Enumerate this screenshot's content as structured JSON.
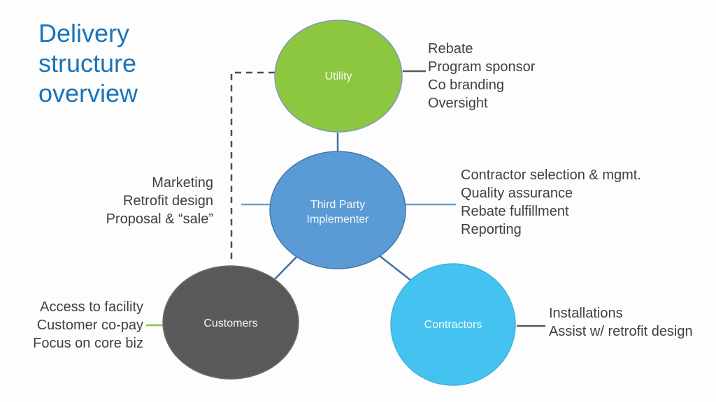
{
  "slide": {
    "title": "Delivery\nstructure\noverview"
  },
  "colors": {
    "background": "#fdfdfd",
    "title_blue": "#1b74b8",
    "text_dark": "#3f3f3f",
    "connector_gray": "#595959",
    "connector_slate": "#41719c",
    "connector_lightblue": "#6fa0cf",
    "connector_green": "#8cc540",
    "dashed_gray": "#4d4d4d"
  },
  "nodes": {
    "utility": {
      "label": "Utility",
      "fill": "#8dc63f"
    },
    "implementer": {
      "label": "Third Party\nImplementer",
      "fill": "#5b9bd5"
    },
    "customers": {
      "label": "Customers",
      "fill": "#595959"
    },
    "contractors": {
      "label": "Contractors",
      "fill": "#45c3f0"
    }
  },
  "annotations": {
    "utility": "Rebate\nProgram sponsor\nCo branding\nOversight",
    "implementer_left": "Marketing\nRetrofit design\nProposal & “sale”",
    "implementer_right": "Contractor selection & mgmt.\nQuality assurance\nRebate fulfillment\nReporting",
    "customers": "Access to facility\nCustomer co-pay\nFocus on core biz",
    "contractors": "Installations\nAssist w/ retrofit design"
  }
}
